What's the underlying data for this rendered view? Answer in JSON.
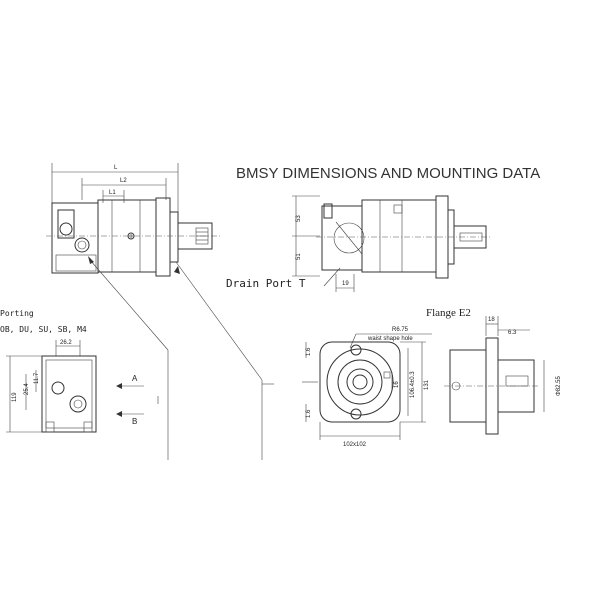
{
  "title": "BMSY DIMENSIONS AND MOUNTING DATA",
  "side_view": {
    "dim_L": "L",
    "dim_L2": "L2",
    "dim_L1": "L1"
  },
  "drain_view": {
    "drain_label": "Drain Port T",
    "dim_53": "53",
    "dim_51": "51",
    "dim_19": "19"
  },
  "porting": {
    "title": "Porting",
    "types": "OB, DU, SU, SB, M4",
    "dim_26_2": "26.2",
    "dim_11_7": "11.7",
    "dim_25_4": "25.4",
    "dim_119": "119",
    "port_a": "A",
    "port_b": "B"
  },
  "flange": {
    "title": "Flange E2",
    "dim_r675": "R6.75",
    "waist_hole": "waist shape hole",
    "dim_1_6_top": "1.6",
    "dim_1_6_bot": "1.6",
    "dim_16": "16",
    "dim_106": "106.4±0.3",
    "dim_131": "131",
    "dim_102": "102x102"
  },
  "shaft_view": {
    "dim_18": "18",
    "dim_6_3": "6.3",
    "dim_82_55": "Φ82.55"
  }
}
